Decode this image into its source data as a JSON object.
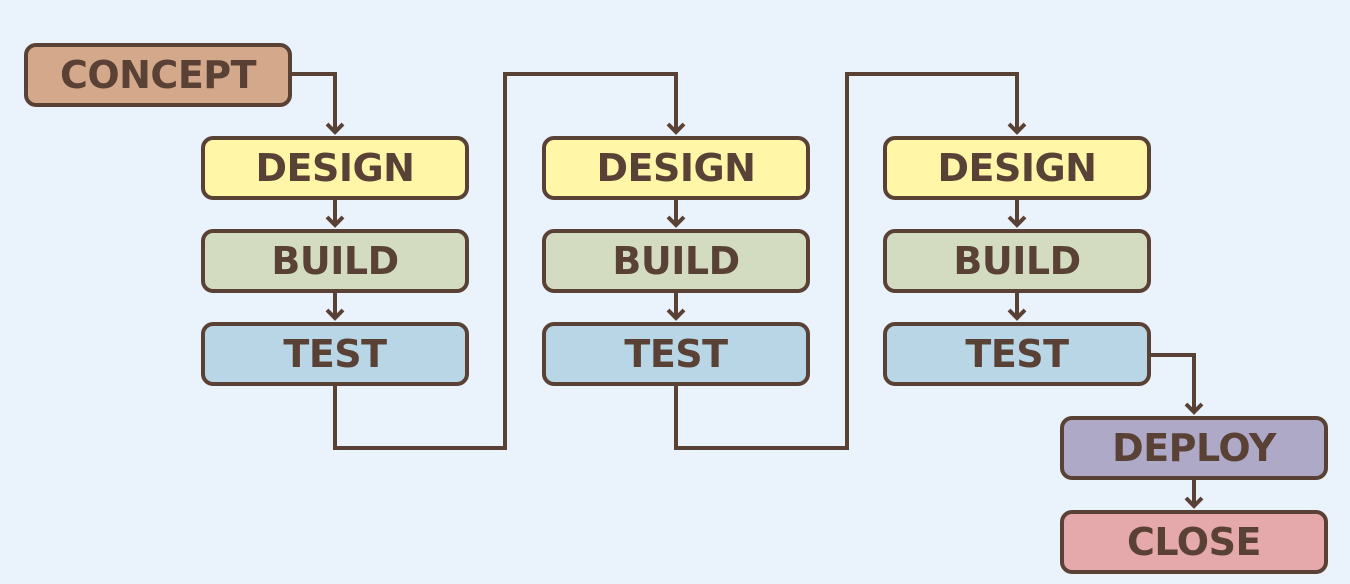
{
  "nodes": {
    "concept": {
      "label": "CONCEPT",
      "color": "#d4a98b"
    },
    "iterations": [
      {
        "design": {
          "label": "DESIGN",
          "color": "#fff6a8"
        },
        "build": {
          "label": "BUILD",
          "color": "#d3dcc0"
        },
        "test": {
          "label": "TEST",
          "color": "#b9d6e6"
        }
      },
      {
        "design": {
          "label": "DESIGN",
          "color": "#fff6a8"
        },
        "build": {
          "label": "BUILD",
          "color": "#d3dcc0"
        },
        "test": {
          "label": "TEST",
          "color": "#b9d6e6"
        }
      },
      {
        "design": {
          "label": "DESIGN",
          "color": "#fff6a8"
        },
        "build": {
          "label": "BUILD",
          "color": "#d3dcc0"
        },
        "test": {
          "label": "TEST",
          "color": "#b9d6e6"
        }
      }
    ],
    "deploy": {
      "label": "DEPLOY",
      "color": "#aea9c6"
    },
    "close": {
      "label": "CLOSE",
      "color": "#e6a9ab"
    }
  },
  "colors": {
    "background": "#eaf2fb",
    "stroke": "#5a4136",
    "text": "#5a4136"
  }
}
